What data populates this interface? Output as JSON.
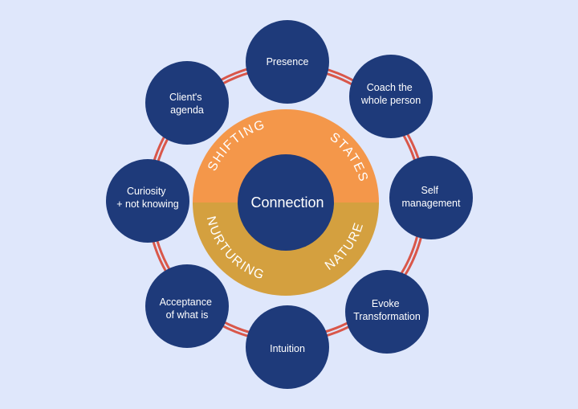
{
  "colors": {
    "background": "#dfe7fb",
    "node": "#1e3a7a",
    "ring": "#d9574a",
    "upper_band": "#f4974a",
    "lower_band": "#d4a03f",
    "text": "#ffffff"
  },
  "center": {
    "label": "Connection",
    "upper_left_arc": "SHIFTING",
    "upper_right_arc": "STATES",
    "lower_left_arc": "NURTURING",
    "lower_right_arc": "NATURE"
  },
  "nodes": [
    {
      "lines": [
        "Presence"
      ]
    },
    {
      "lines": [
        "Coach the",
        "whole person"
      ]
    },
    {
      "lines": [
        "Self",
        "management"
      ]
    },
    {
      "lines": [
        "Evoke",
        "Transformation"
      ]
    },
    {
      "lines": [
        "Intuition"
      ]
    },
    {
      "lines": [
        "Acceptance",
        "of what is"
      ]
    },
    {
      "lines": [
        "Curiosity",
        "+ not knowing"
      ]
    },
    {
      "lines": [
        "Client's",
        "agenda"
      ]
    }
  ]
}
